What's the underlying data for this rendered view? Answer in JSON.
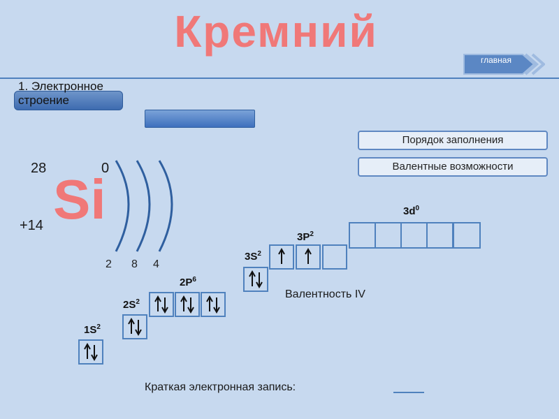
{
  "title": "Кремний",
  "nav": {
    "home_label": "главная"
  },
  "section": {
    "label": "1. Электронное строение"
  },
  "buttons": {
    "order": "Порядок заполнения",
    "valence": "Валентные возможности"
  },
  "element": {
    "symbol": "Si",
    "mass": "28",
    "charge": "0",
    "nuclear_charge": "+14"
  },
  "shells": [
    "2",
    "8",
    "4"
  ],
  "orbitals": {
    "s1": {
      "label": "1S",
      "sup": "2",
      "boxes": [
        "↑↓"
      ]
    },
    "s2": {
      "label": "2S",
      "sup": "2",
      "boxes": [
        "↑↓"
      ]
    },
    "p2": {
      "label": "2P",
      "sup": "6",
      "boxes": [
        "↑↓",
        "↑↓",
        "↑↓"
      ]
    },
    "s3": {
      "label": "3S",
      "sup": "2",
      "boxes": [
        "↑↓"
      ]
    },
    "p3": {
      "label": "3P",
      "sup": "2",
      "boxes": [
        "↑",
        "↑",
        ""
      ]
    },
    "d3": {
      "label": "3d",
      "sup": "0",
      "boxes": [
        "",
        "",
        "",
        "",
        ""
      ]
    }
  },
  "valence_text": "Валентность IV",
  "short_record": "Краткая электронная запись:",
  "colors": {
    "accent": "#4f81bd",
    "title": "#f07878",
    "background": "#c7d9ef"
  }
}
